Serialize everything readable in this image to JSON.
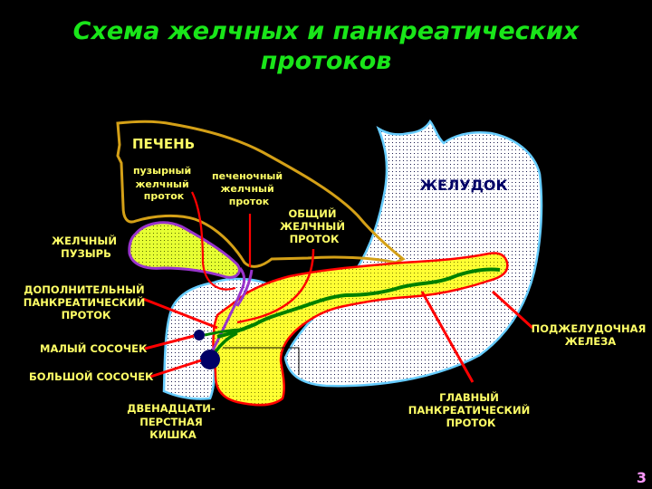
{
  "slide": {
    "title_line1": "Схема желчных и панкреатических",
    "title_line2": "протоков",
    "page_number": "3",
    "colors": {
      "background": "#000000",
      "title": "#19e619",
      "label": "#ffff66",
      "stomach_label": "#000066",
      "liver_outline": "#d4a017",
      "organ_fill": "#ffffff",
      "organ_outline": "#66ccff",
      "pancreas_fill": "#ffff33",
      "pancreas_outline": "#ff0000",
      "pancreatic_duct": "#008000",
      "bile_duct_purple": "#9933cc",
      "pointer_line": "#ff0000",
      "papilla": "#000066",
      "page_number": "#ff99ff"
    }
  },
  "labels": {
    "liver": "ПЕЧЕНЬ",
    "cystic_duct": [
      "пузырный",
      "желчный",
      "проток"
    ],
    "hepatic_duct": [
      "печеночный",
      "желчный",
      "проток"
    ],
    "common_bile_duct": [
      "ОБЩИЙ",
      "ЖЕЛЧНЫЙ",
      "ПРОТОК"
    ],
    "stomach": "ЖЕЛУДОК",
    "gallbladder": [
      "ЖЕЛЧНЫЙ",
      "ПУЗЫРЬ"
    ],
    "accessory_duct": [
      "ДОПОЛНИТЕЛЬНЫЙ",
      "ПАНКРЕАТИЧЕСКИЙ",
      "ПРОТОК"
    ],
    "minor_papilla": "МАЛЫЙ СОСОЧЕК",
    "major_papilla": "БОЛЬШОЙ СОСОЧЕК",
    "duodenum": [
      "ДВЕНАДЦАТИ-",
      "ПЕРСТНАЯ",
      "КИШКА"
    ],
    "pancreas": [
      "ПОДЖЕЛУДОЧНАЯ",
      "ЖЕЛЕЗА"
    ],
    "main_duct": [
      "ГЛАВНЫЙ",
      "ПАНКРЕАТИЧЕСКИЙ",
      "ПРОТОК"
    ]
  }
}
